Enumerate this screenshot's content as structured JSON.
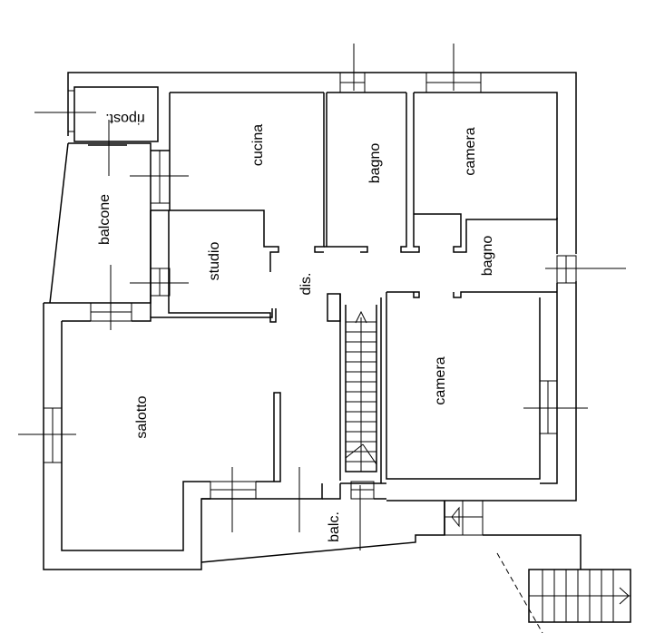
{
  "rooms": {
    "ripost": "ripost.",
    "cucina": "cucina",
    "bagno_top": "bagno",
    "camera_top": "camera",
    "balcone": "balcone",
    "studio": "studio",
    "dis": "dis.",
    "bagno_right": "bagno",
    "camera_right": "camera",
    "salotto": "salotto",
    "balc": "balc."
  }
}
